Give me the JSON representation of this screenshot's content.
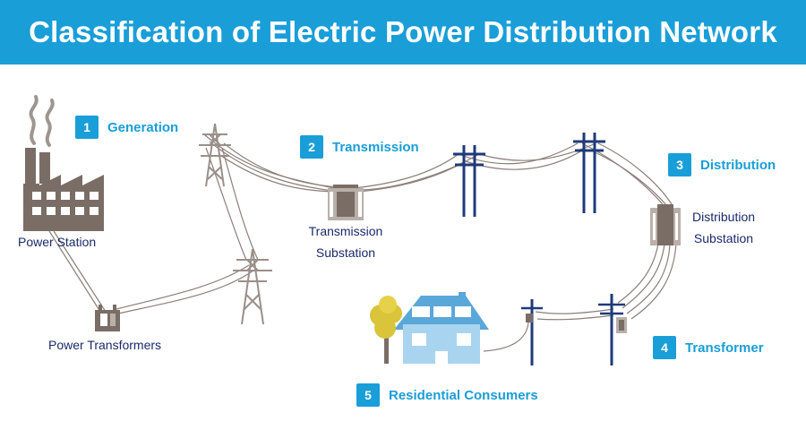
{
  "title": "Classification of Electric Power Distribution Network",
  "steps": [
    {
      "number": "1",
      "label": "Generation"
    },
    {
      "number": "2",
      "label": "Transmission"
    },
    {
      "number": "3",
      "label": "Distribution"
    },
    {
      "number": "4",
      "label": "Transformer"
    },
    {
      "number": "5",
      "label": "Residential Consumers"
    }
  ],
  "captions": {
    "power_station": "Power Station",
    "power_transformers": "Power Transformers",
    "transmission_substation_line1": "Transmission",
    "transmission_substation_line2": "Substation",
    "distribution_substation_line1": "Distribution",
    "distribution_substation_line2": "Substation"
  },
  "colors": {
    "header_bg": "#199ed8",
    "accent": "#199ed8",
    "caption_text": "#1b2a6b",
    "pole_blue": "#1f3a7a",
    "equipment_brown": "#7a6d66",
    "tower_gray": "#9a8f89",
    "house_blue": "#a9d4ef",
    "tree_yellow": "#d9c43a"
  }
}
